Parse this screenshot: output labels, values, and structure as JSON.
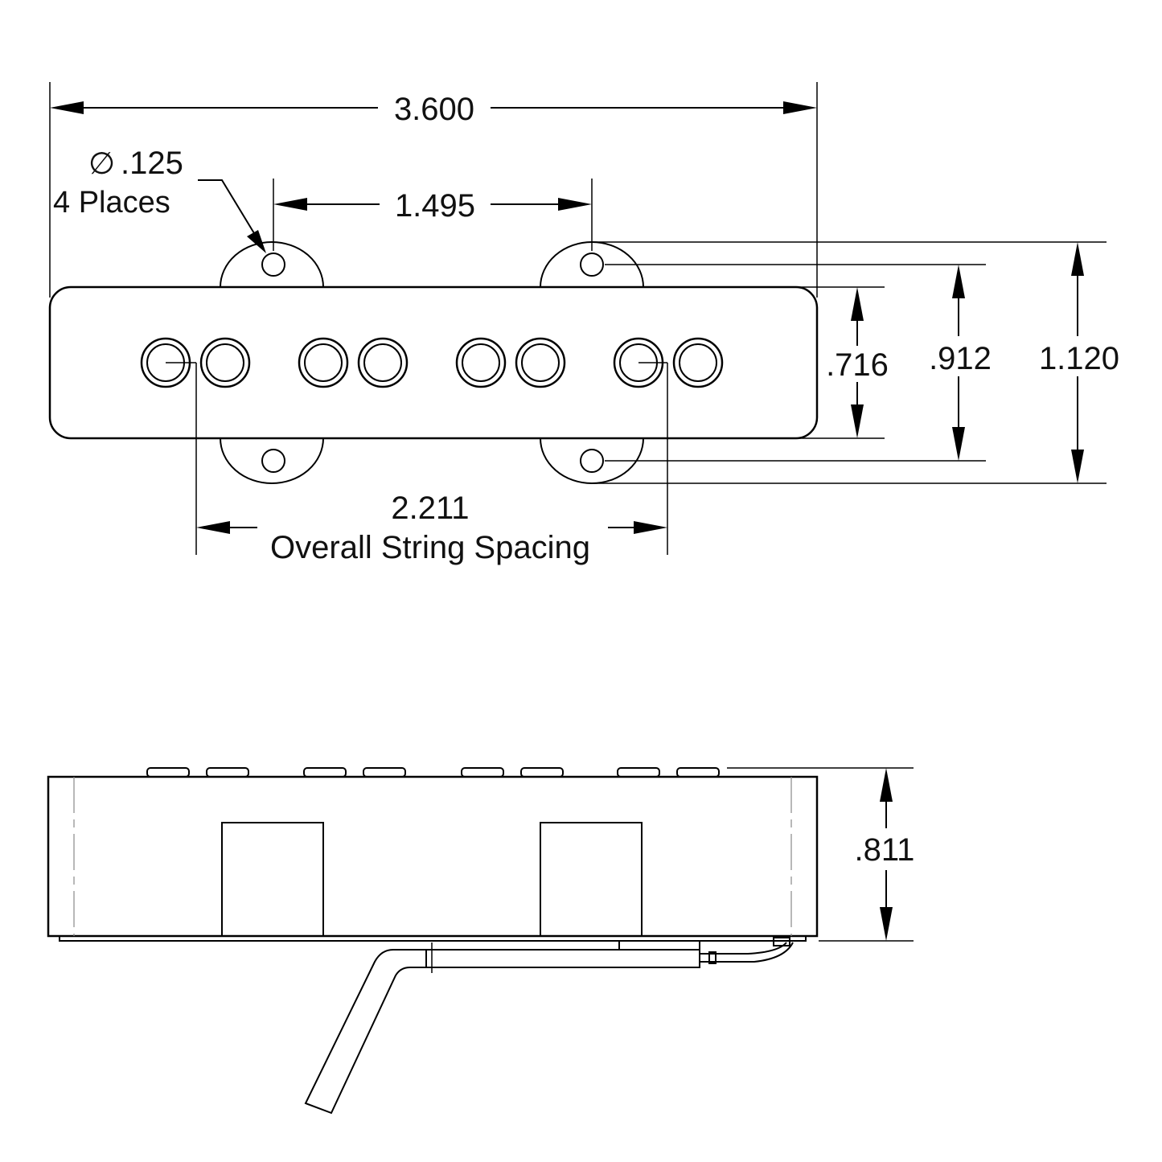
{
  "top_view": {
    "overall_length": "3.600",
    "hole_diameter_symbol": "∅",
    "hole_diameter": ".125",
    "hole_count_note": "4 Places",
    "mounting_hole_spacing": "1.495",
    "body_width": ".716",
    "hole_center_distance": ".912",
    "overall_width": "1.120",
    "string_spacing": "2.211",
    "string_spacing_note": "Overall String Spacing"
  },
  "side_view": {
    "height": ".811"
  }
}
